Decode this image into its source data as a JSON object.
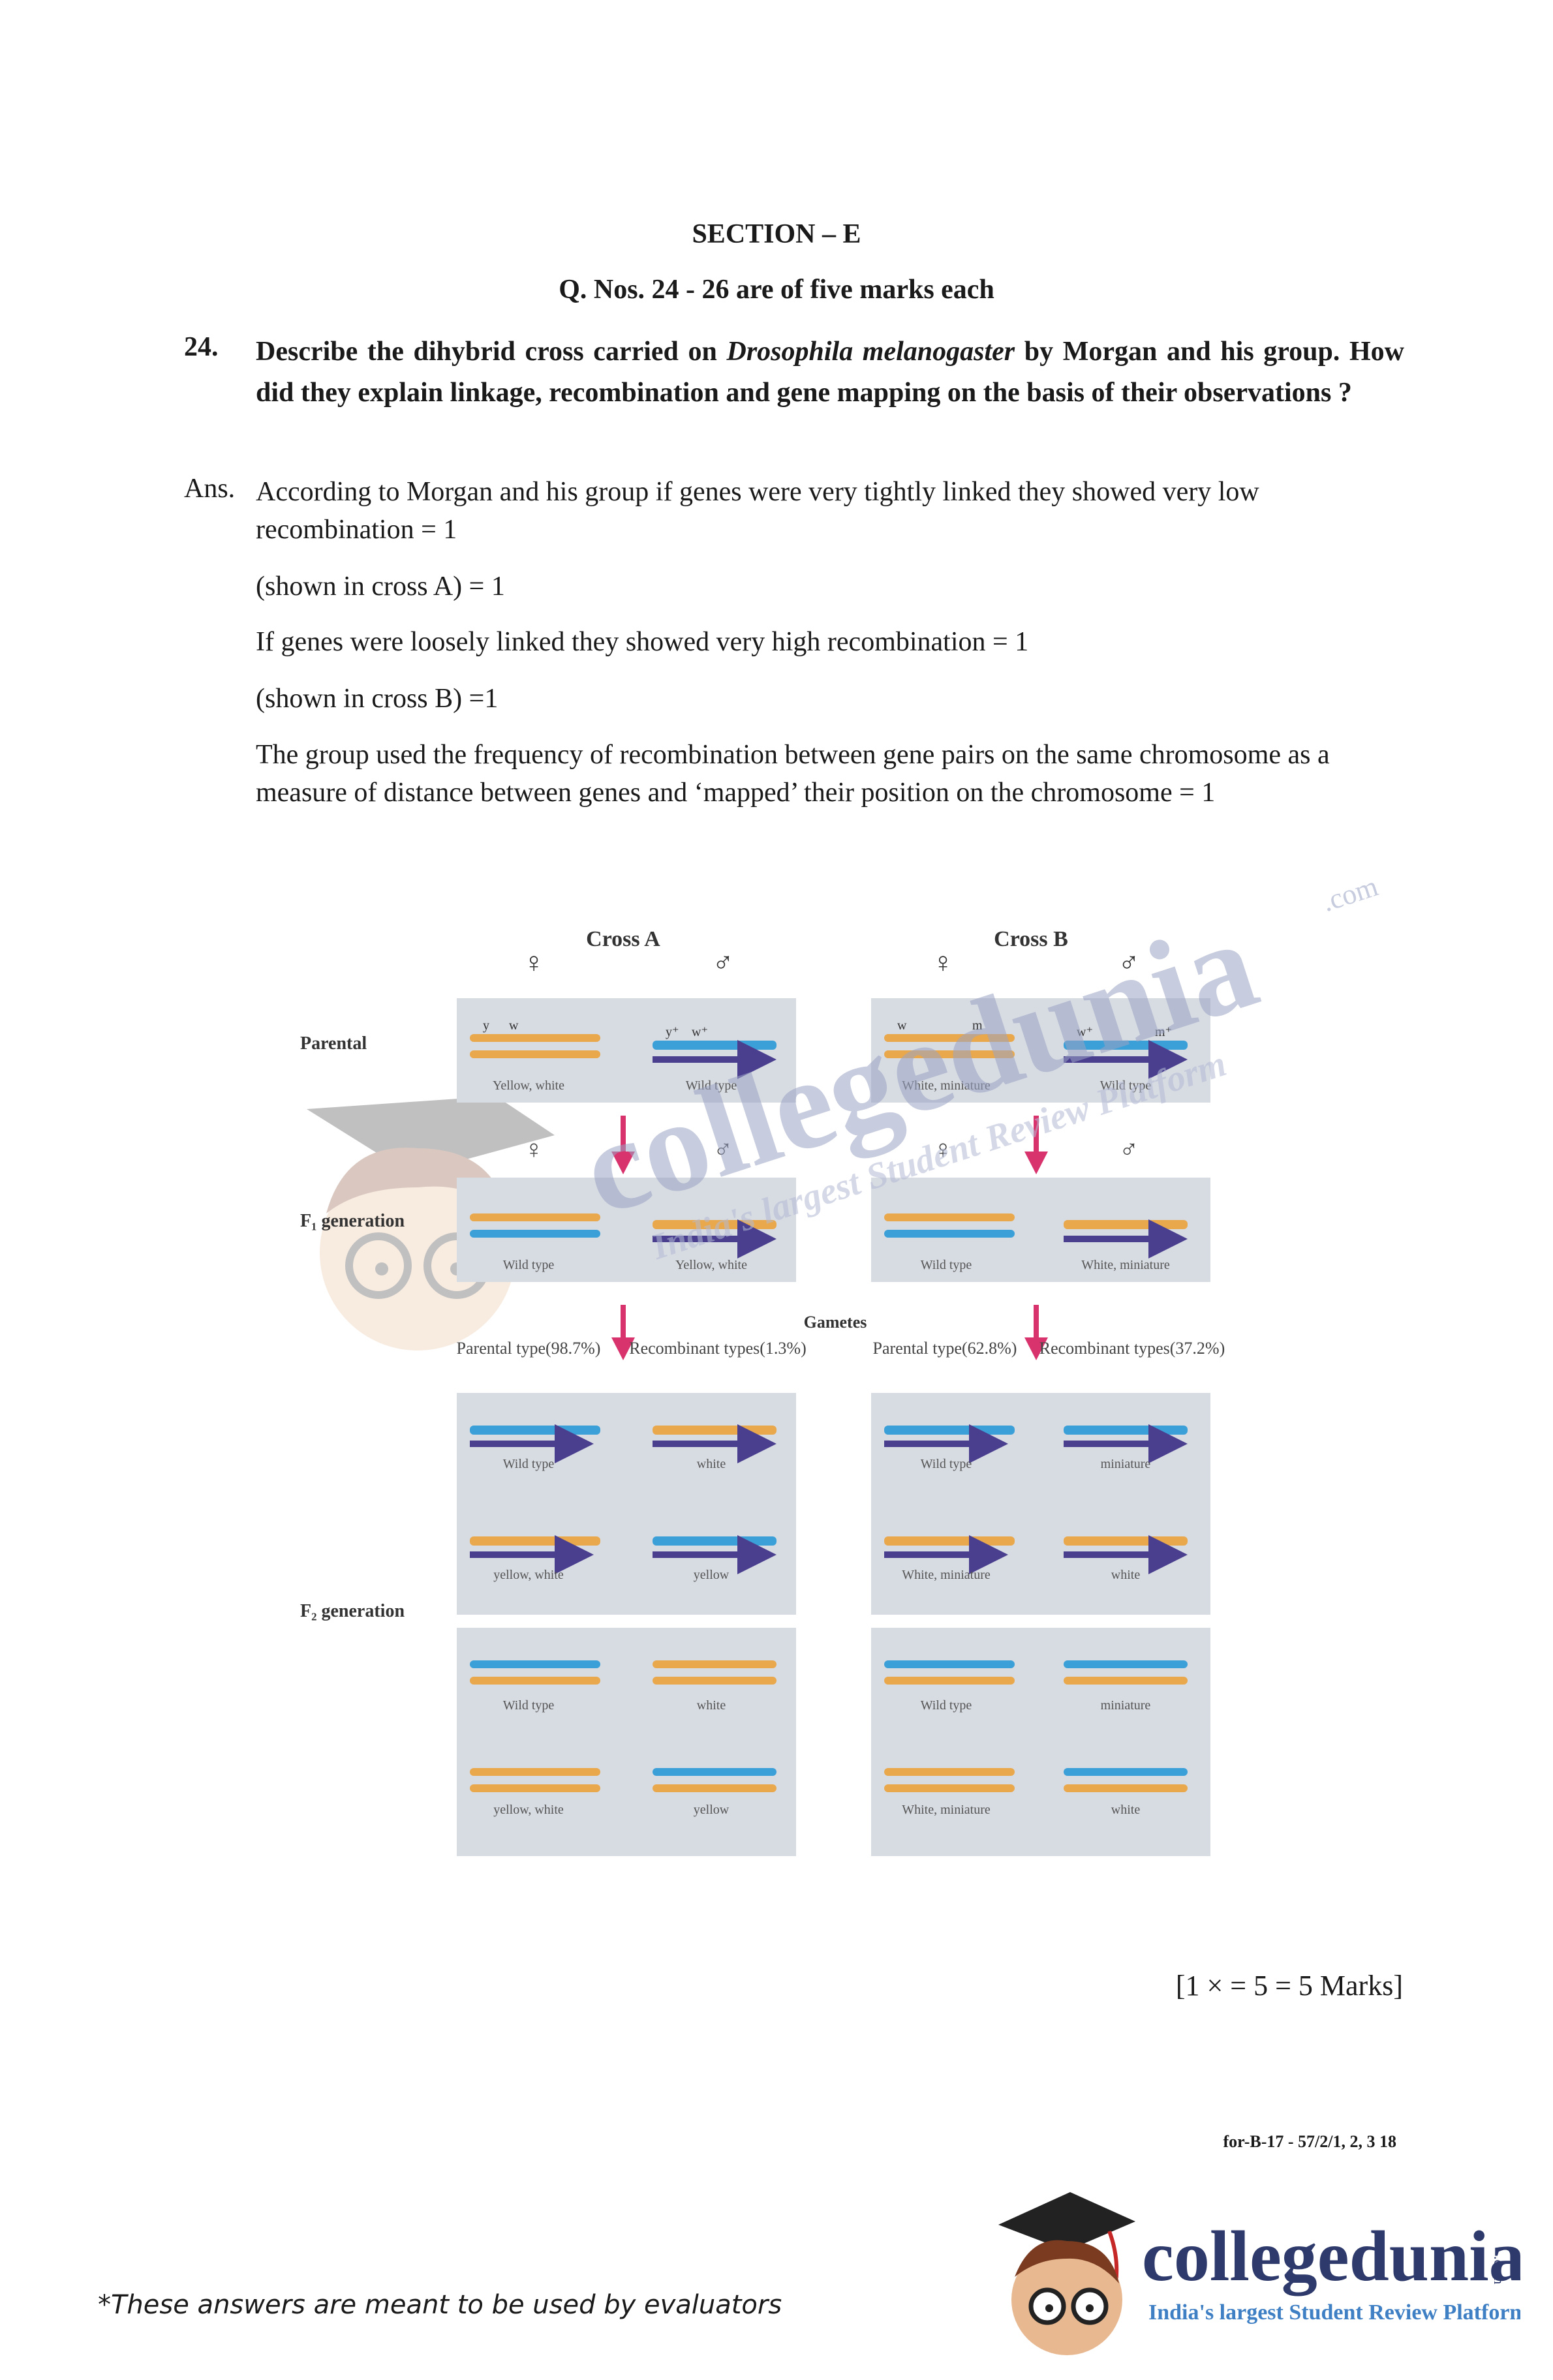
{
  "section_title": "SECTION – E",
  "question_note": "Q. Nos. 24 - 26 are of five marks each",
  "question": {
    "number": "24.",
    "text_part1": "Describe the dihybrid cross carried on ",
    "text_italic": "Drosophila melanogaster",
    "text_part2": " by Morgan and his group. How did they explain linkage, recombination and gene mapping on the basis of their observations ?"
  },
  "answer": {
    "label": "Ans.",
    "paragraphs": [
      "According to Morgan and his group if genes were very tightly linked they showed very low recombination = 1",
      "(shown in cross A) = 1",
      "If genes were loosely linked they showed very high recombination = 1",
      "(shown in cross B) =1",
      "The group used the frequency of recombination between gene pairs on the same chromosome as a measure of distance between genes and ‘mapped’ their position on the chromosome = 1"
    ]
  },
  "figure": {
    "cross_a_title": "Cross A",
    "cross_b_title": "Cross B",
    "female_symbol": "♀",
    "male_symbol": "♂",
    "row_labels": {
      "parental": "Parental",
      "f1": "F₁ generation",
      "f2": "F₂ generation"
    },
    "gametes_label": "Gametes",
    "cross_a": {
      "parental_female": "Yellow, white",
      "parental_male": "Wild type",
      "f1_female": "Wild type",
      "f1_male": "Yellow, white",
      "parental_type": "Parental type(98.7%)",
      "recombinant_type": "Recombinant types(1.3%)",
      "gametes": [
        "Wild type",
        "white",
        "yellow, white",
        "yellow"
      ],
      "f2": [
        "Wild type",
        "white",
        "yellow, white",
        "yellow"
      ]
    },
    "cross_b": {
      "parental_female": "White, miniature",
      "parental_male": "Wild type",
      "f1_female": "Wild type",
      "f1_male": "White, miniature",
      "parental_type": "Parental type(62.8%)",
      "recombinant_type": "Recombinant types(37.2%)",
      "gametes": [
        "Wild type",
        "miniature",
        "White, miniature",
        "white"
      ],
      "f2": [
        "Wild type",
        "miniature",
        "White, miniature",
        "white"
      ]
    },
    "genes_a": [
      "y",
      "w",
      "y⁺",
      "w⁺"
    ],
    "genes_b": [
      "w",
      "m",
      "w⁺",
      "m⁺"
    ],
    "colors": {
      "panel": "#d7dbe2",
      "blue": "#3b9fd8",
      "orange": "#e9a84c",
      "purple": "#4a3f8f",
      "arrow": "#d9336d"
    }
  },
  "watermark": {
    "brand": "collegedunia",
    "com": ".com",
    "tagline": "India's largest Student Review Platform"
  },
  "marks": "[1 × = 5 = 5 Marks]",
  "page_code": "for-B-17 - 57/2/1, 2, 3  18",
  "footnote": "*These answers are meant to be used by evaluators",
  "logo": {
    "brand": "collegedunia",
    "com": ".com",
    "tagline": "India's largest Student Review Platform"
  }
}
